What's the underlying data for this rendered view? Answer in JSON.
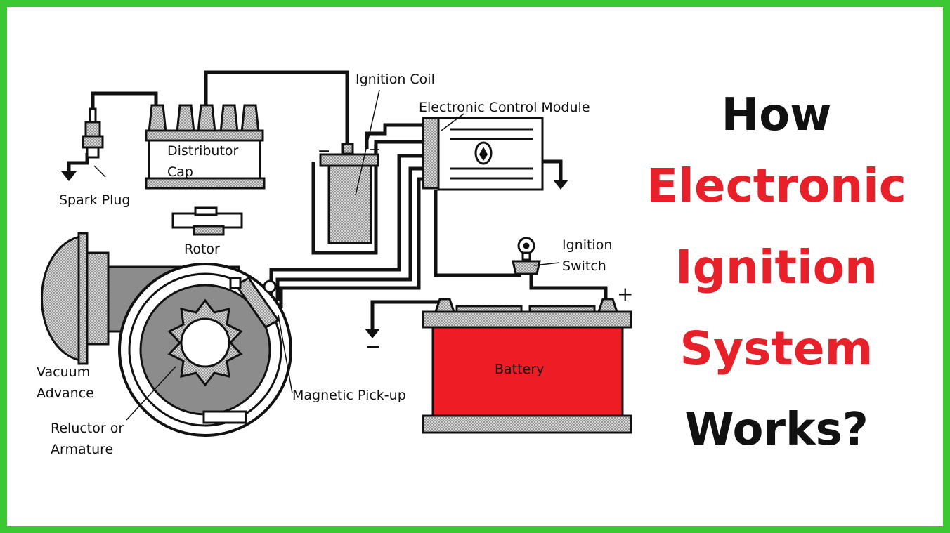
{
  "colors": {
    "border": "#3cc832",
    "accent_red": "#e8202a",
    "title_black": "#111111",
    "battery_fill": "#ee1c24"
  },
  "labels": {
    "ignition_coil": "Ignition Coil",
    "control_module": "Electronic Control Module",
    "distributor_cap_1": "Distributor",
    "distributor_cap_2": "Cap",
    "spark_plug": "Spark Plug",
    "rotor": "Rotor",
    "ignition_switch_1": "Ignition",
    "ignition_switch_2": "Switch",
    "vacuum_advance_1": "Vacuum",
    "vacuum_advance_2": "Advance",
    "magnetic_pickup": "Magnetic Pick-up",
    "reluctor_1": "Reluctor or",
    "reluctor_2": "Armature",
    "battery": "Battery",
    "coil_minus": "−",
    "coil_plus": "+",
    "battery_plus": "+",
    "battery_minus": "−"
  },
  "title": {
    "line1": "How",
    "line2": "Electronic",
    "line3": "Ignition",
    "line4": "System",
    "line5": "Works?"
  }
}
